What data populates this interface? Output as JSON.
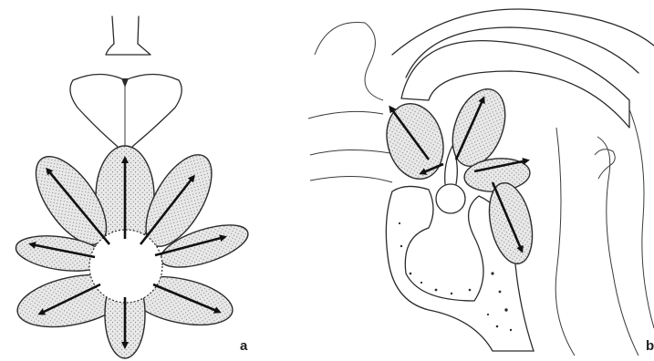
{
  "figure": {
    "panels": [
      {
        "id": "a",
        "label": "a"
      },
      {
        "id": "b",
        "label": "b"
      }
    ],
    "colors": {
      "ink": "#2b2b2b",
      "stipple": "#7a7a7a",
      "background": "#ffffff"
    }
  }
}
